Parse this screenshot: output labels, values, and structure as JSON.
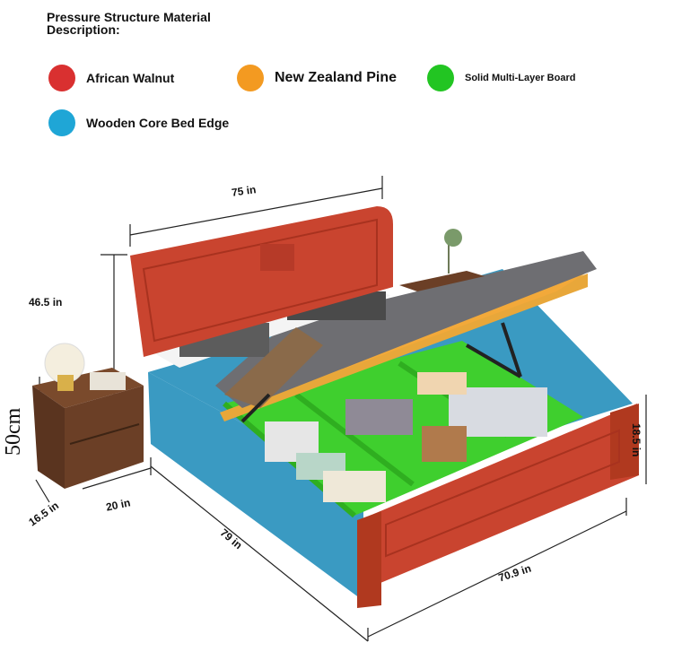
{
  "header": {
    "title": "Pressure Structure Material Description:"
  },
  "legend": [
    {
      "label": "African Walnut",
      "color": "#d93030",
      "icon": "red-dot"
    },
    {
      "label": "New Zealand Pine",
      "color": "#f39a21",
      "icon": "orange-dot"
    },
    {
      "label": "Solid Multi-Layer Board",
      "color": "#22c522",
      "icon": "green-dot"
    },
    {
      "label": "Wooden Core Bed Edge",
      "color": "#1fa6d6",
      "icon": "blue-dot"
    }
  ],
  "dimensions": {
    "headboard_width": "75 in",
    "headboard_height": "46.5 in",
    "nightstand_height": "50cm",
    "nightstand_depth": "16.5 in",
    "nightstand_width": "20 in",
    "bed_length": "79 in",
    "bed_width": "70.9 in",
    "bed_height": "18.5 in"
  },
  "colors": {
    "walnut": "#c9442f",
    "pine": "#e8a73a",
    "board": "#3fcf2e",
    "edge": "#3a9ac2",
    "nightstand": "#6b3f26"
  }
}
